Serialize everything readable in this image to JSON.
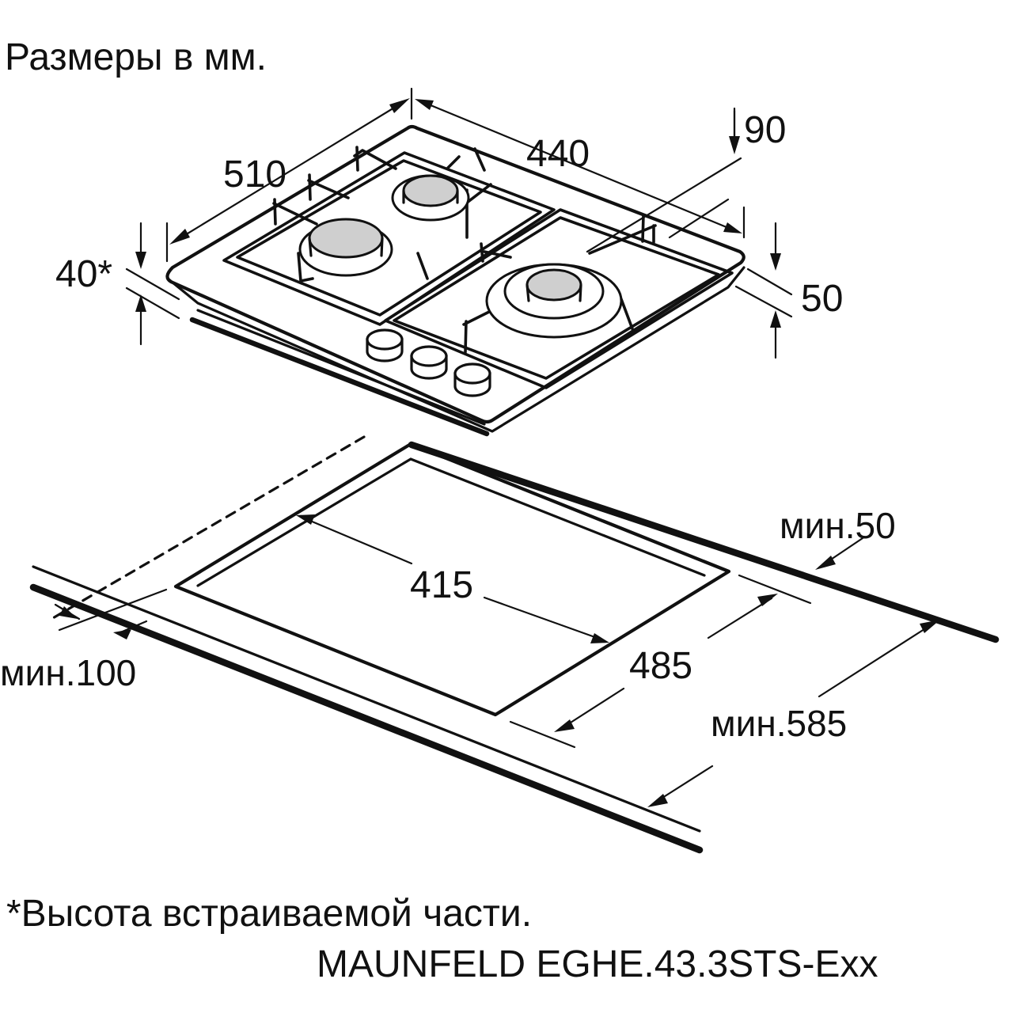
{
  "header": {
    "units_note": "Размеры в мм."
  },
  "hob_dimensions": {
    "width": "510",
    "depth": "440",
    "offset_top": "90",
    "height_front": "40*",
    "height_right": "50"
  },
  "cutout_dimensions": {
    "width": "415",
    "depth": "485",
    "min_back": "мин.50",
    "min_front": "мин.100",
    "min_worktop": "мин.585"
  },
  "footer": {
    "note": "*Высота встраиваемой части.",
    "model": "MAUNFELD EGHE.43.3STS-Exx"
  },
  "colors": {
    "ink": "#111111",
    "burner_fill": "#cfcfcf",
    "background": "#ffffff"
  },
  "icons": [
    "arrow-head-icon",
    "burner-icon",
    "control-knob-icon"
  ]
}
